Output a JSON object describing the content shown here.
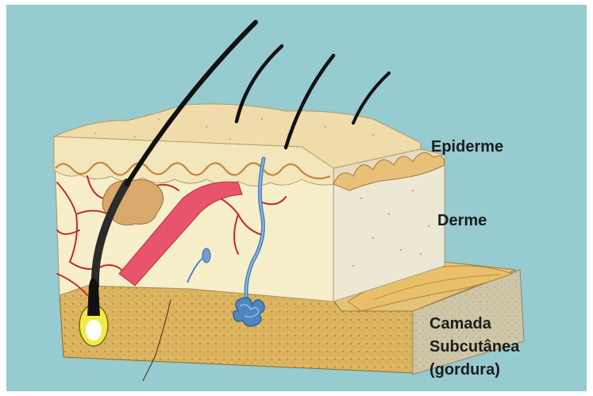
{
  "labels": {
    "epidermis": "Epiderme",
    "dermis": "Derme",
    "subcutaneous_line1": "Camada",
    "subcutaneous_line2": "Subcutânea",
    "subcutaneous_line3": "(gordura)"
  },
  "colors": {
    "background": "#96cbcf",
    "epidermis_surface": "#efdcaa",
    "dermis": "#f6efc9",
    "dermis_side": "#ece8d4",
    "fat_layer": "#dcb45f",
    "fat_side": "#cfc6a8",
    "blood_vessels": "#c8282c",
    "arrector_muscle": "#e8556a",
    "sweat_gland": "#4d86c2",
    "sebaceous_gland": "#d9a86a",
    "hair": "#111111",
    "hair_bulb": "#f2e94a"
  },
  "icons": [
    "hair-shaft",
    "hair-follicle",
    "sweat-gland",
    "sebaceous-gland",
    "arrector-pili-muscle",
    "blood-vessel",
    "nerve"
  ]
}
